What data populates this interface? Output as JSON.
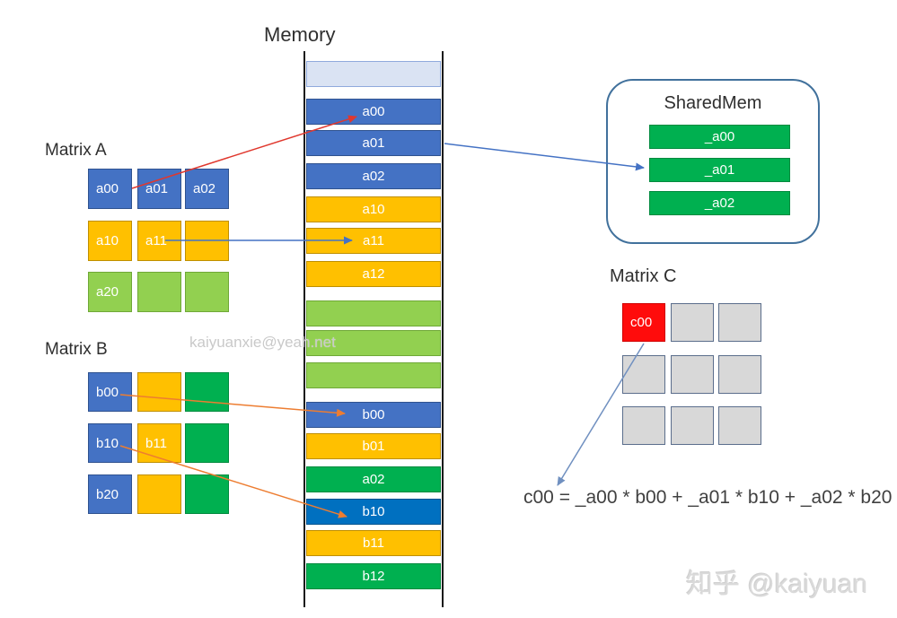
{
  "memory_title": "Memory",
  "memory": {
    "cells": [
      {
        "label": "",
        "color": "lavender"
      },
      {
        "label": "a00",
        "color": "blue"
      },
      {
        "label": "a01",
        "color": "blue"
      },
      {
        "label": "a02",
        "color": "blue"
      },
      {
        "label": "a10",
        "color": "gold"
      },
      {
        "label": "a11",
        "color": "gold"
      },
      {
        "label": "a12",
        "color": "gold"
      },
      {
        "label": "",
        "color": "lightgreen"
      },
      {
        "label": "",
        "color": "lightgreen"
      },
      {
        "label": "",
        "color": "lightgreen"
      },
      {
        "label": "b00",
        "color": "blue"
      },
      {
        "label": "b01",
        "color": "gold"
      },
      {
        "label": "a02",
        "color": "green"
      },
      {
        "label": "b10",
        "color": "deepblue"
      },
      {
        "label": "b11",
        "color": "gold"
      },
      {
        "label": "b12",
        "color": "green"
      }
    ]
  },
  "matrix_a": {
    "title": "Matrix A",
    "rows": [
      [
        {
          "label": "a00",
          "color": "blue"
        },
        {
          "label": "a01",
          "color": "blue"
        },
        {
          "label": "a02",
          "color": "blue"
        }
      ],
      [
        {
          "label": "a10",
          "color": "gold"
        },
        {
          "label": "a11",
          "color": "gold"
        },
        {
          "label": "",
          "color": "gold"
        }
      ],
      [
        {
          "label": "a20",
          "color": "lightgreen"
        },
        {
          "label": "",
          "color": "lightgreen"
        },
        {
          "label": "",
          "color": "lightgreen"
        }
      ]
    ]
  },
  "matrix_b": {
    "title": "Matrix B",
    "rows": [
      [
        {
          "label": "b00",
          "color": "blue"
        },
        {
          "label": "",
          "color": "gold"
        },
        {
          "label": "",
          "color": "green"
        }
      ],
      [
        {
          "label": "b10",
          "color": "blue"
        },
        {
          "label": "b11",
          "color": "gold"
        },
        {
          "label": "",
          "color": "green"
        }
      ],
      [
        {
          "label": "b20",
          "color": "blue"
        },
        {
          "label": "",
          "color": "gold"
        },
        {
          "label": "",
          "color": "green"
        }
      ]
    ]
  },
  "matrix_c": {
    "title": "Matrix C",
    "rows": [
      [
        {
          "label": "c00",
          "color": "red"
        },
        {
          "label": "",
          "color": "gray"
        },
        {
          "label": "",
          "color": "gray"
        }
      ],
      [
        {
          "label": "",
          "color": "gray"
        },
        {
          "label": "",
          "color": "gray"
        },
        {
          "label": "",
          "color": "gray"
        }
      ],
      [
        {
          "label": "",
          "color": "gray"
        },
        {
          "label": "",
          "color": "gray"
        },
        {
          "label": "",
          "color": "gray"
        }
      ]
    ]
  },
  "shared_mem": {
    "title": "SharedMem",
    "bars": [
      {
        "label": "_a00",
        "color": "green"
      },
      {
        "label": "_a01",
        "color": "green"
      },
      {
        "label": "_a02",
        "color": "green"
      }
    ]
  },
  "formula": "c00 = _a00 * b00 + _a01 * b10 + _a02 * b20",
  "watermarks": {
    "center": "kaiyuanxie@yeah.net",
    "corner": "知乎 @kaiyuan"
  },
  "colors": {
    "fills": {
      "blue": "#4472C4",
      "gold": "#FFC000",
      "lightgreen": "#92D050",
      "green": "#00B050",
      "deepblue": "#0070C0",
      "lavender": "#DAE3F3",
      "red": "#FF0C0C",
      "gray": "#D8D8D8"
    },
    "borders": {
      "blue": "#2F528F",
      "gold": "#BF8F00",
      "lightgreen": "#6FA837",
      "green": "#008A3E",
      "deepblue": "#00538E",
      "lavender": "#8FAADC",
      "red": "#D00000",
      "gray": "#5B6E8C"
    },
    "arrows": {
      "red": "#E0382E",
      "blue": "#4472C4",
      "orange": "#ED7D31",
      "bluegray": "#7090C0"
    },
    "sharedmem_border": "#41719C",
    "memory_rail": "#1A1A1A"
  }
}
